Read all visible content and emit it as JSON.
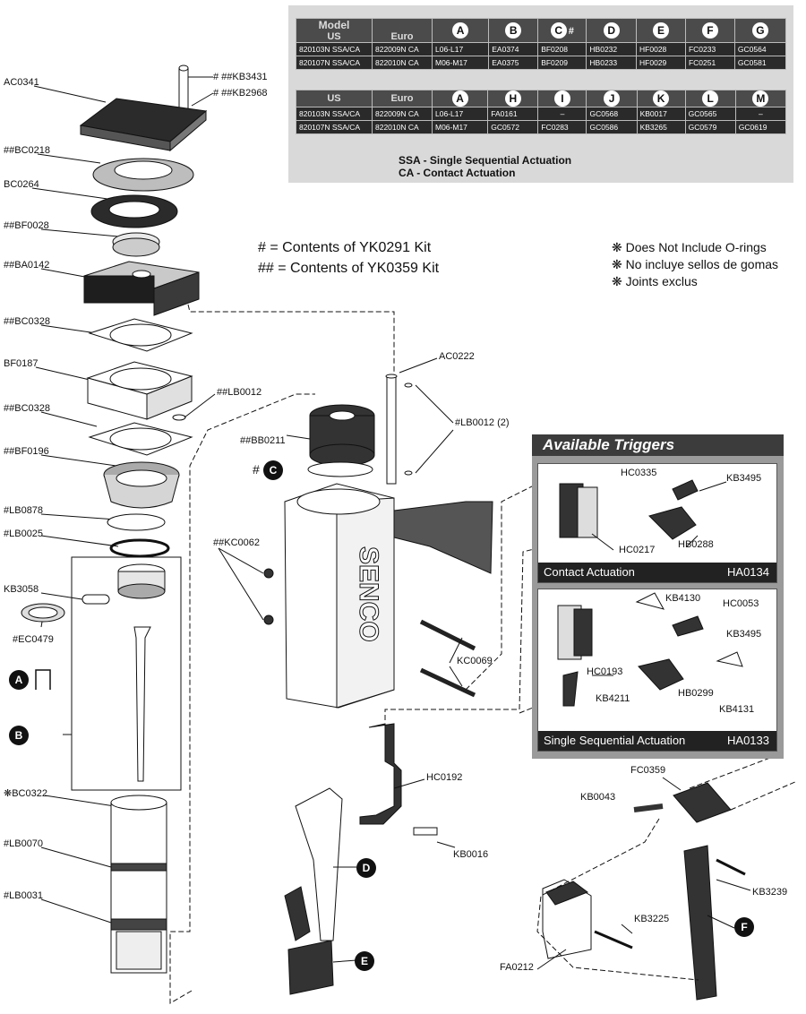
{
  "table1": {
    "header": {
      "model": "Model",
      "us": "US",
      "euro": "Euro",
      "letters": [
        "A",
        "B",
        "C",
        "D",
        "E",
        "F",
        "G"
      ],
      "c_mark": "#"
    },
    "rows": [
      {
        "us": "820103N SSA/CA",
        "euro": "822009N CA",
        "vals": [
          "L06-L17",
          "EA0374",
          "BF0208",
          "HB0232",
          "HF0028",
          "FC0233",
          "GC0564"
        ]
      },
      {
        "us": "820107N SSA/CA",
        "euro": "822010N CA",
        "vals": [
          "M06-M17",
          "EA0375",
          "BF0209",
          "HB0233",
          "HF0029",
          "FC0251",
          "GC0581"
        ]
      }
    ]
  },
  "table2": {
    "header": {
      "us": "US",
      "euro": "Euro",
      "letters": [
        "A",
        "H",
        "I",
        "J",
        "K",
        "L",
        "M"
      ]
    },
    "rows": [
      {
        "us": "820103N SSA/CA",
        "euro": "822009N CA",
        "vals": [
          "L06-L17",
          "FA0161",
          "–",
          "GC0568",
          "KB0017",
          "GC0565",
          "–"
        ]
      },
      {
        "us": "820107N SSA/CA",
        "euro": "822010N CA",
        "vals": [
          "M06-M17",
          "GC0572",
          "FC0283",
          "GC0586",
          "KB3265",
          "GC0579",
          "GC0619"
        ]
      }
    ]
  },
  "legend_notes": {
    "ssa": "SSA - Single Sequential Actuation",
    "ca": "CA - Contact Actuation"
  },
  "kits": {
    "single": "# = Contents of YK0291 Kit",
    "double": "## = Contents of YK0359 Kit"
  },
  "oring_notes": [
    "❋ Does Not Include O-rings",
    "❋ No incluye sellos de gomas",
    "❋ Joints exclus"
  ],
  "left_parts": [
    {
      "id": "p_ac0341",
      "text": "AC0341"
    },
    {
      "id": "p_kb3431",
      "text": "# ##KB3431"
    },
    {
      "id": "p_kb2968",
      "text": "# ##KB2968"
    },
    {
      "id": "p_bc0218",
      "text": "##BC0218"
    },
    {
      "id": "p_bc0264",
      "text": "BC0264"
    },
    {
      "id": "p_bf0028",
      "text": "##BF0028"
    },
    {
      "id": "p_ba0142",
      "text": "##BA0142"
    },
    {
      "id": "p_bc0328a",
      "text": "##BC0328"
    },
    {
      "id": "p_bf0187",
      "text": "BF0187"
    },
    {
      "id": "p_lb0012",
      "text": "##LB0012"
    },
    {
      "id": "p_bc0328b",
      "text": "##BC0328"
    },
    {
      "id": "p_bf0196",
      "text": "##BF0196"
    },
    {
      "id": "p_lb0878",
      "text": "#LB0878"
    },
    {
      "id": "p_lb0025",
      "text": "#LB0025"
    },
    {
      "id": "p_kb3058",
      "text": "KB3058"
    },
    {
      "id": "p_ec0479",
      "text": "#EC0479"
    },
    {
      "id": "p_bc0322",
      "text": "❋BC0322"
    },
    {
      "id": "p_lb0070",
      "text": "#LB0070"
    },
    {
      "id": "p_lb0031",
      "text": "#LB0031"
    }
  ],
  "center_parts": {
    "ac0222": "AC0222",
    "lb0012_2": "#LB0012 (2)",
    "bb0211": "##BB0211",
    "c_hash": "#",
    "kc0062": "##KC0062",
    "kc0069": "KC0069",
    "hc0192": "HC0192",
    "kb0016": "KB0016",
    "fc0359": "FC0359",
    "kb0043": "KB0043",
    "kb3239": "KB3239",
    "kb3225": "KB3225",
    "fa0212": "FA0212",
    "senco": "SENCO"
  },
  "circle_letters": {
    "A": "A",
    "B": "B",
    "C": "C",
    "D": "D",
    "E": "E",
    "F": "F"
  },
  "triggers": {
    "title": "Available Triggers",
    "contact": {
      "label": "Contact Actuation",
      "code": "HA0134",
      "parts": {
        "hc0335": "HC0335",
        "kb3495": "KB3495",
        "hc0217": "HC0217",
        "hb0288": "HB0288"
      }
    },
    "single": {
      "label": "Single Sequential Actuation",
      "code": "HA0133",
      "parts": {
        "kb4130": "KB4130",
        "hc0053": "HC0053",
        "kb3495": "KB3495",
        "hc0193": "HC0193",
        "kb4211": "KB4211",
        "hb0299": "HB0299",
        "kb4131": "KB4131"
      }
    }
  }
}
